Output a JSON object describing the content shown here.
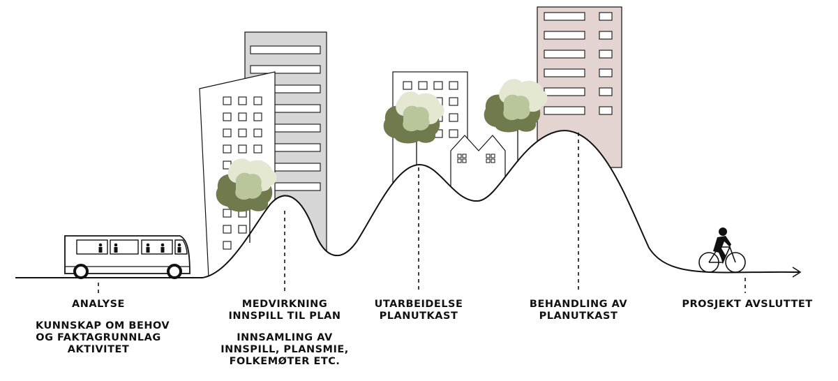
{
  "stages": [
    {
      "title": [
        "ANALYSE"
      ],
      "detail": [
        "KUNNSKAP OM BEHOV",
        "OG FAKTAGRUNNLAG",
        "AKTIVITET"
      ]
    },
    {
      "title": [
        "MEDVIRKNING",
        "INNSPILL TIL PLAN"
      ],
      "detail": [
        "INNSAMLING AV",
        "INNSPILL, PLANSMIE,",
        "FOLKEMØTER ETC."
      ]
    },
    {
      "title": [
        "UTARBEIDELSE",
        "PLANUTKAST"
      ]
    },
    {
      "title": [
        "BEHANDLING AV",
        "PLANUTKAST"
      ]
    },
    {
      "title": [
        "PROSJEKT AVSLUTTET"
      ]
    }
  ],
  "colors": {
    "ink": "#111111",
    "tower_gray": "#d6d6d6",
    "tower_pink": "#e3d4d1",
    "tree_dark": "#6f7a4d",
    "tree_mid": "#b9c59a",
    "tree_light": "#e4e8d2"
  },
  "icons": [
    "bus-icon",
    "cyclist-icon",
    "tree-icon",
    "house-icon",
    "building-icon",
    "arrow-icon"
  ]
}
